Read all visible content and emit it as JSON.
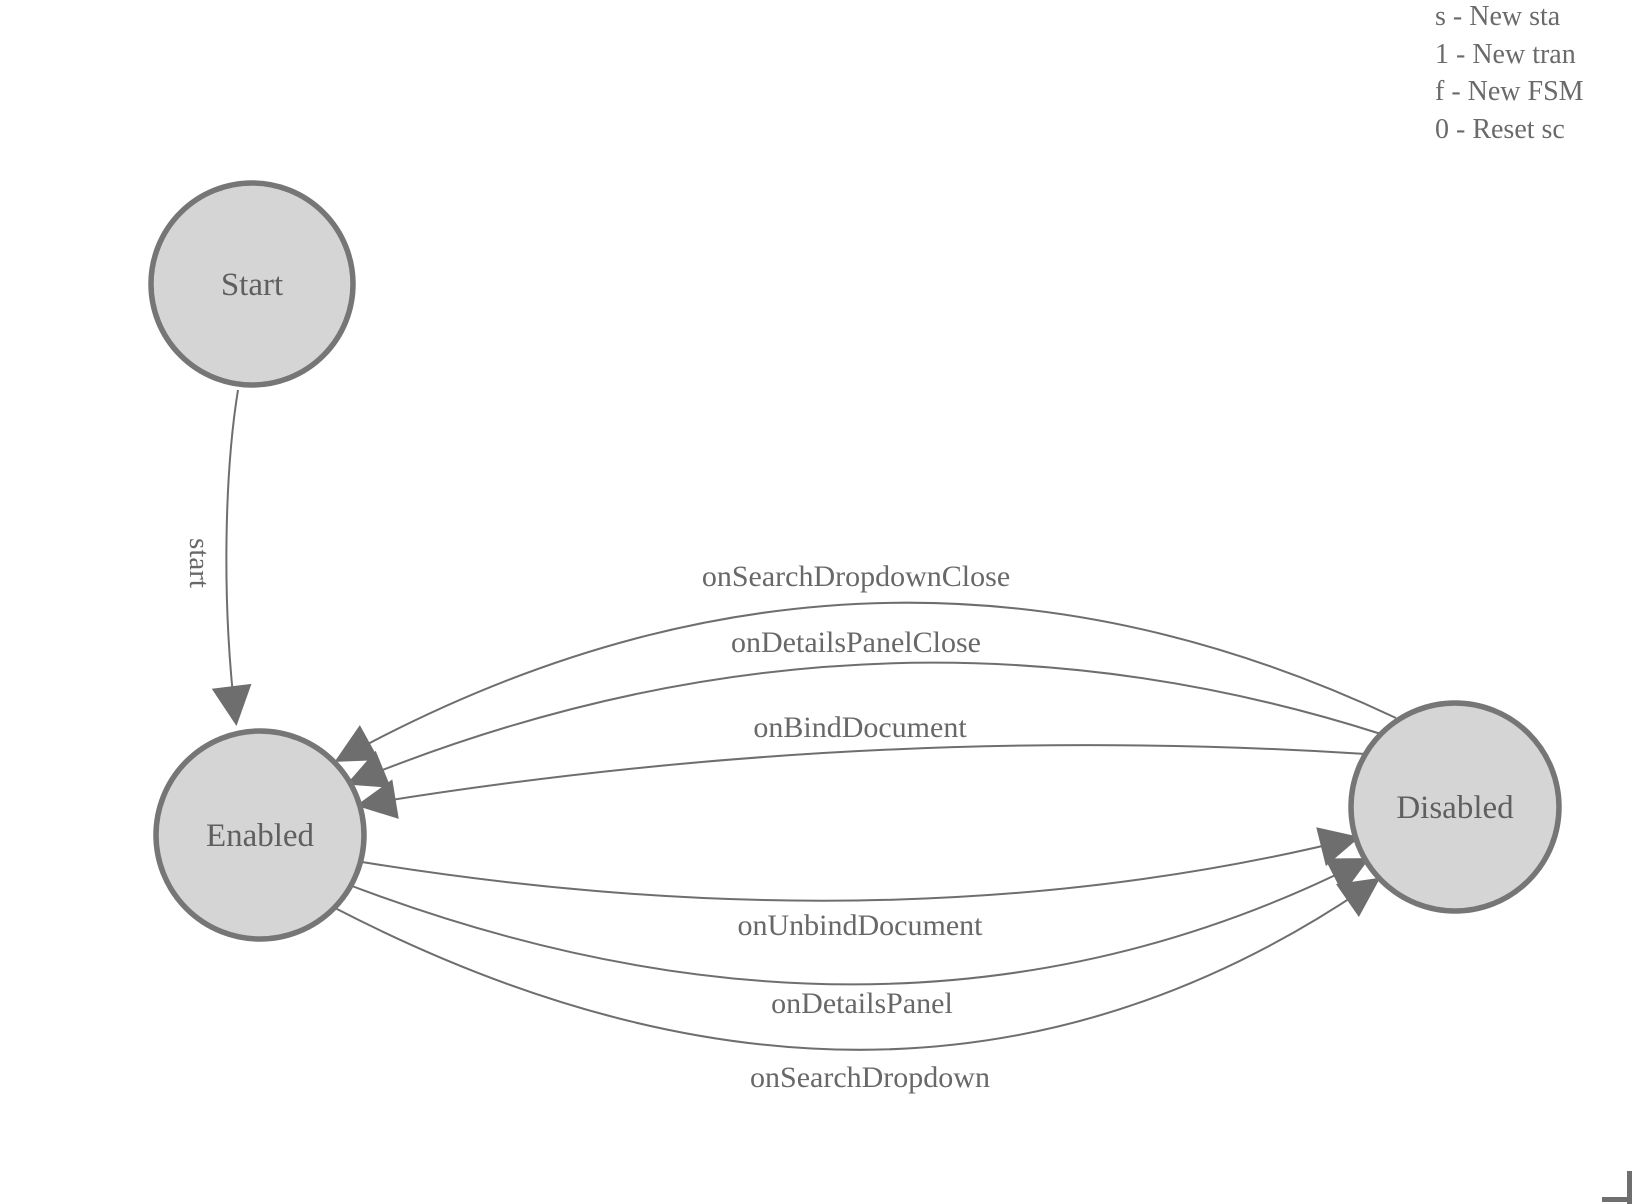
{
  "diagram": {
    "type": "fsm-state-diagram",
    "states": [
      {
        "id": "start",
        "label": "Start"
      },
      {
        "id": "enabled",
        "label": "Enabled"
      },
      {
        "id": "disabled",
        "label": "Disabled"
      }
    ],
    "start_transition": {
      "from": "Start",
      "to": "Enabled",
      "label": "start"
    },
    "transitions_to_enabled": [
      {
        "from": "Disabled",
        "to": "Enabled",
        "label": "onSearchDropdownClose"
      },
      {
        "from": "Disabled",
        "to": "Enabled",
        "label": "onDetailsPanelClose"
      },
      {
        "from": "Disabled",
        "to": "Enabled",
        "label": "onBindDocument"
      }
    ],
    "transitions_to_disabled": [
      {
        "from": "Enabled",
        "to": "Disabled",
        "label": "onUnbindDocument"
      },
      {
        "from": "Enabled",
        "to": "Disabled",
        "label": "onDetailsPanel"
      },
      {
        "from": "Enabled",
        "to": "Disabled",
        "label": "onSearchDropdown"
      }
    ],
    "colors": {
      "state_fill": "#d5d5d5",
      "state_stroke": "#767676",
      "edge_stroke": "#6e6e6e",
      "arrowhead_fill": "#6e6e6e",
      "label_text": "#686868",
      "legend_text": "#6a6a6a",
      "background": "#ffffff"
    }
  },
  "legend": {
    "lines": [
      "s - New sta",
      "1 - New tran",
      "f - New FSM",
      "0 - Reset sc"
    ]
  }
}
